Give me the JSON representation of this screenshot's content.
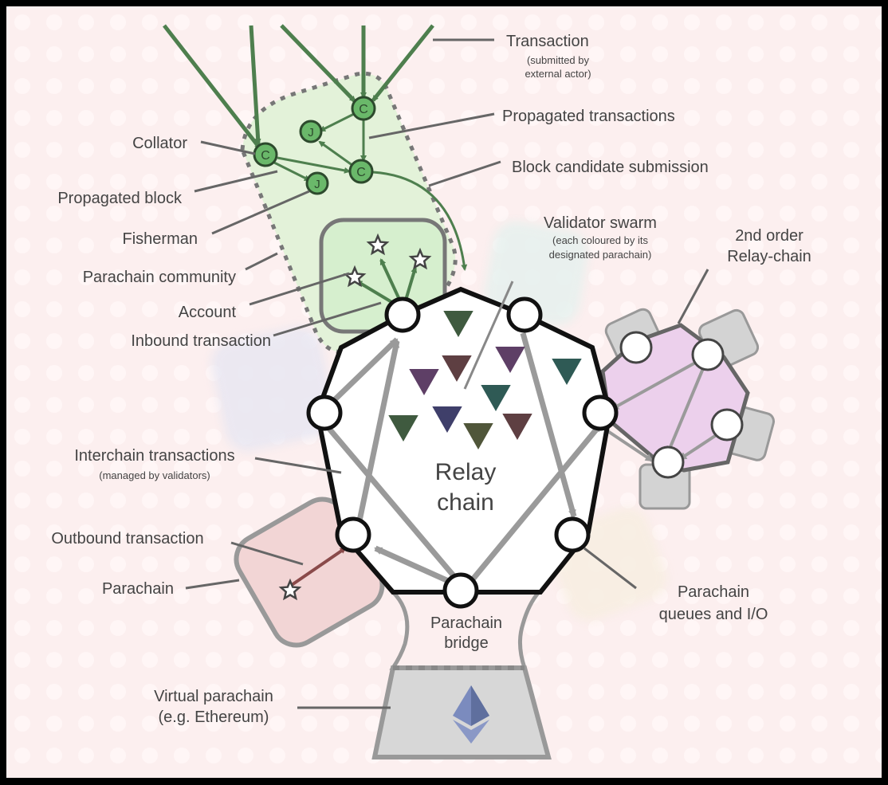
{
  "colors": {
    "background": "#fcefef",
    "transaction_arrow": "#4e7f4e",
    "community_fill": "#e3f2d9",
    "account_fill": "#d6efce",
    "relay_outline": "#111111",
    "interchain_arrow": "#9a9a9a",
    "parachain_fill": "#f2d5d5",
    "second_order_fill": "#ecd0ec",
    "virtual_parachain_fill": "#d7d7d7",
    "ethereum": "#5f6f9e",
    "outbound_arrow": "#8a4a4a"
  },
  "labels": {
    "transaction": "Transaction",
    "transaction_note_1": "(submitted by",
    "transaction_note_2": "external actor)",
    "propagated_transactions": "Propagated transactions",
    "block_candidate_submission": "Block candidate submission",
    "collator": "Collator",
    "propagated_block": "Propagated block",
    "fisherman": "Fisherman",
    "parachain_community": "Parachain community",
    "account": "Account",
    "inbound_transaction": "Inbound transaction",
    "validator_swarm": "Validator swarm",
    "validator_swarm_note_1": "(each coloured by its",
    "validator_swarm_note_2": "designated parachain)",
    "second_order_1": "2nd order",
    "second_order_2": "Relay-chain",
    "interchain_transactions": "Interchain transactions",
    "interchain_note": "(managed by validators)",
    "outbound_transaction": "Outbound transaction",
    "parachain": "Parachain",
    "relay_chain_1": "Relay",
    "relay_chain_2": "chain",
    "parachain_bridge_1": "Parachain",
    "parachain_bridge_2": "bridge",
    "queues_1": "Parachain",
    "queues_2": "queues and I/O",
    "virtual_parachain_1": "Virtual parachain",
    "virtual_parachain_2": "(e.g. Ethereum)"
  },
  "nodes": {
    "collator_glyph": "C",
    "fisherman_glyph": "J"
  },
  "icons": {
    "account": "star-icon",
    "validator": "triangle-validator-icon",
    "virtual_chain": "ethereum-icon"
  },
  "validators": [
    {
      "color": "#3f5a3f"
    },
    {
      "color": "#5e3f66"
    },
    {
      "color": "#5e3f42"
    },
    {
      "color": "#5e3f66"
    },
    {
      "color": "#2f5a55"
    },
    {
      "color": "#2f5a55"
    },
    {
      "color": "#3f5a3f"
    },
    {
      "color": "#3f3f6a"
    },
    {
      "color": "#50563a"
    },
    {
      "color": "#5e3f42"
    }
  ]
}
